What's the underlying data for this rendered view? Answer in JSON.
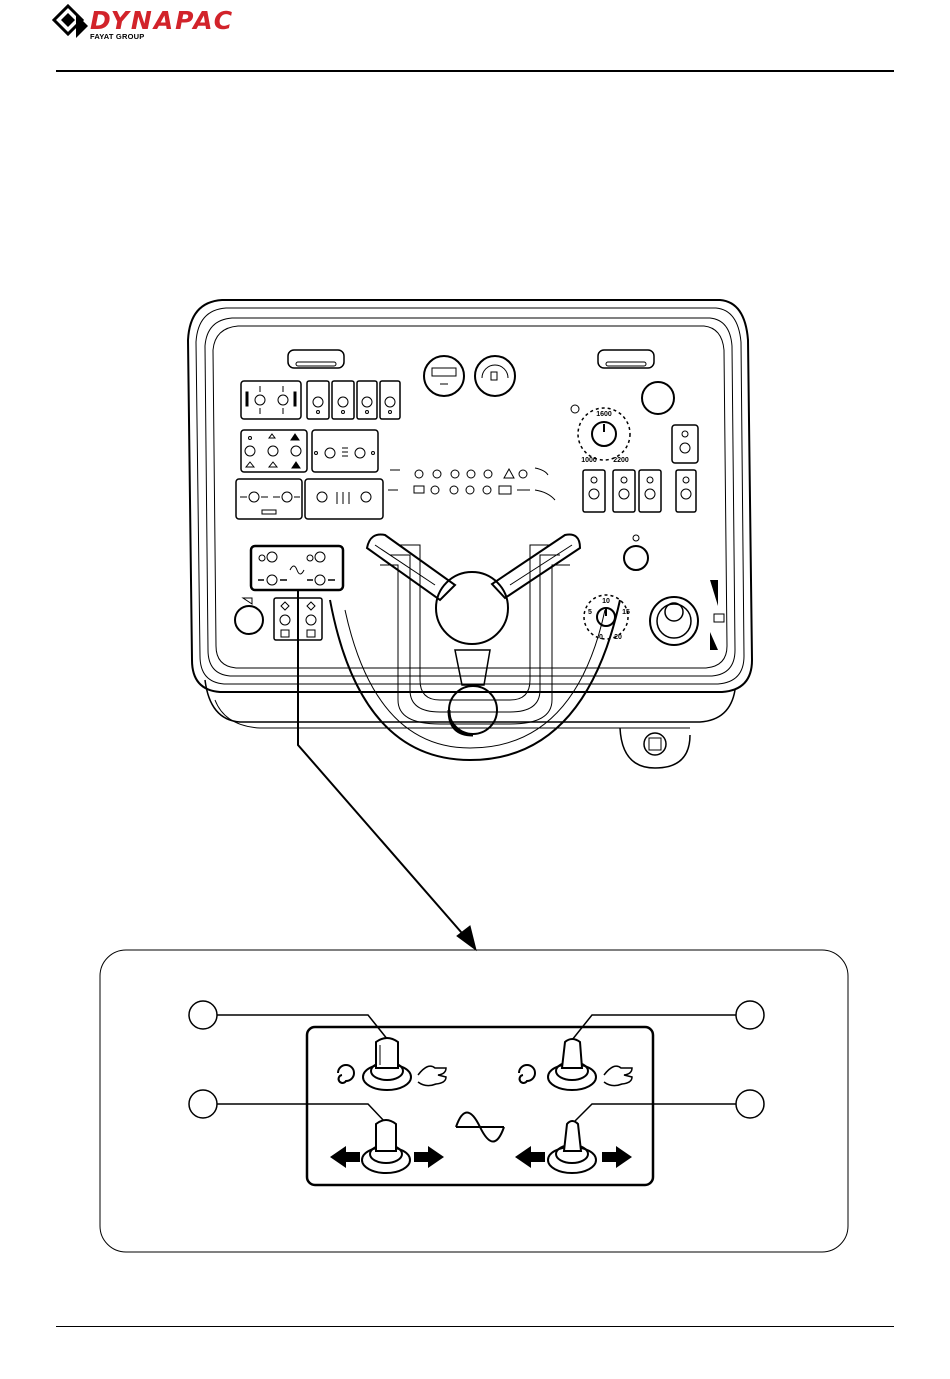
{
  "header": {
    "brand": "DYNAPAC",
    "group": "FAYAT GROUP"
  },
  "panel": {
    "throttle_ticks": [
      "1600",
      "1000",
      "2200"
    ],
    "dial_ticks": [
      "10",
      "5",
      "15",
      "0",
      "20"
    ]
  },
  "colors": {
    "brand_red": "#d2232a",
    "ink": "#000000"
  },
  "icons": [
    "dynapac-logo-icon",
    "vibration-icon",
    "hand-icon",
    "arrow-left-icon",
    "arrow-right-icon",
    "sine-wave-icon"
  ]
}
